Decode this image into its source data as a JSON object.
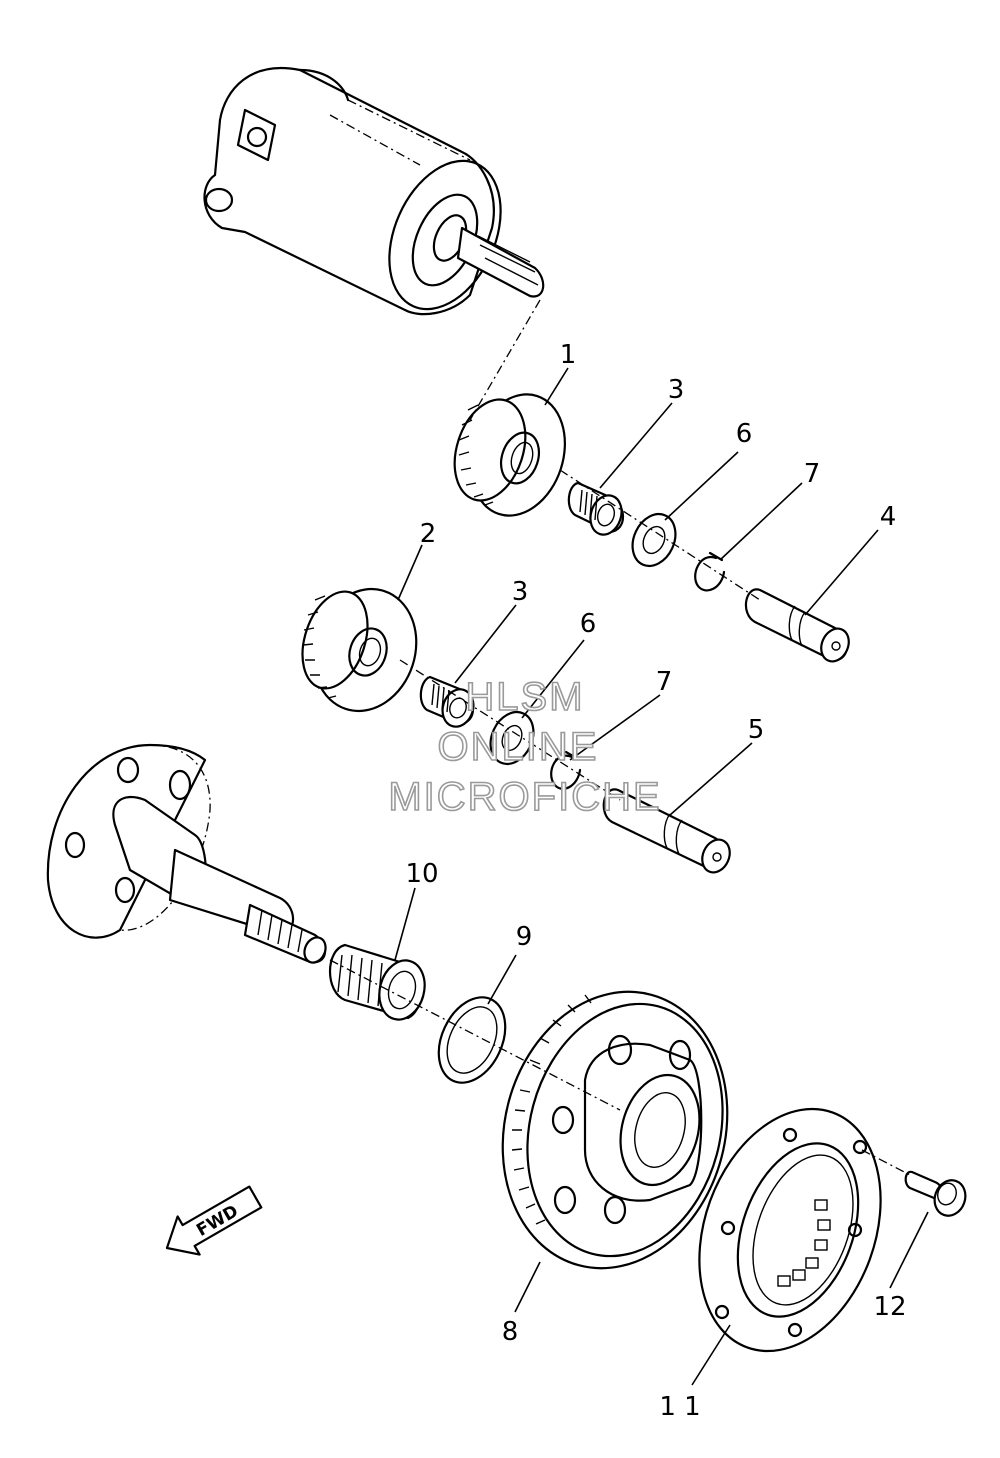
{
  "callouts": [
    {
      "id": "1",
      "label": "1"
    },
    {
      "id": "2",
      "label": "2"
    },
    {
      "id": "3a",
      "label": "3"
    },
    {
      "id": "3b",
      "label": "3"
    },
    {
      "id": "4",
      "label": "4"
    },
    {
      "id": "5",
      "label": "5"
    },
    {
      "id": "6a",
      "label": "6"
    },
    {
      "id": "6b",
      "label": "6"
    },
    {
      "id": "7a",
      "label": "7"
    },
    {
      "id": "7b",
      "label": "7"
    },
    {
      "id": "8",
      "label": "8"
    },
    {
      "id": "9",
      "label": "9"
    },
    {
      "id": "10",
      "label": "10"
    },
    {
      "id": "11",
      "label": "1 1"
    },
    {
      "id": "12",
      "label": "12"
    }
  ],
  "watermark": {
    "line1": "HLSM",
    "line2": "ONLINE",
    "line3": "MICROFICHE"
  },
  "direction_arrow": {
    "label": "FWD"
  },
  "colors": {
    "ink": "#000000",
    "paper": "#ffffff",
    "watermark": "#9a9a9a"
  }
}
